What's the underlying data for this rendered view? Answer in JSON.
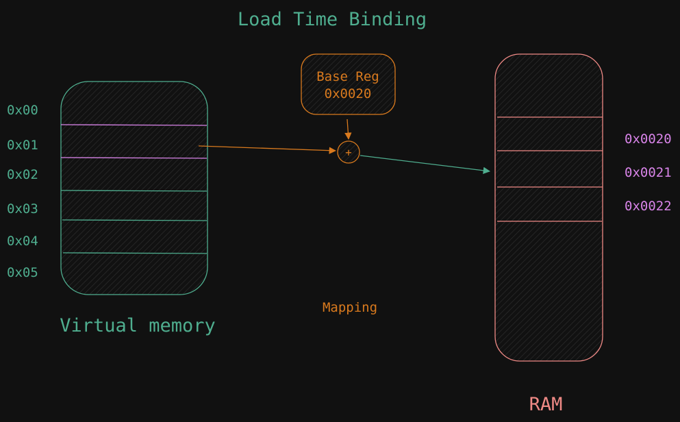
{
  "title": "Load Time Binding",
  "virtual_memory": {
    "label": "Virtual memory",
    "addresses": [
      "0x00",
      "0x01",
      "0x02",
      "0x03",
      "0x04",
      "0x05"
    ]
  },
  "base_register": {
    "line1": "Base Reg",
    "line2": "0x0020"
  },
  "adder": {
    "symbol": "+"
  },
  "mapping_label": "Mapping",
  "ram": {
    "label": "RAM",
    "addresses": [
      "0x0020",
      "0x0021",
      "0x0022"
    ]
  },
  "colors": {
    "background": "#111111",
    "teal": "#4fae8f",
    "orange": "#d97a1e",
    "pink": "#f08a86",
    "purple": "#d884e8"
  }
}
